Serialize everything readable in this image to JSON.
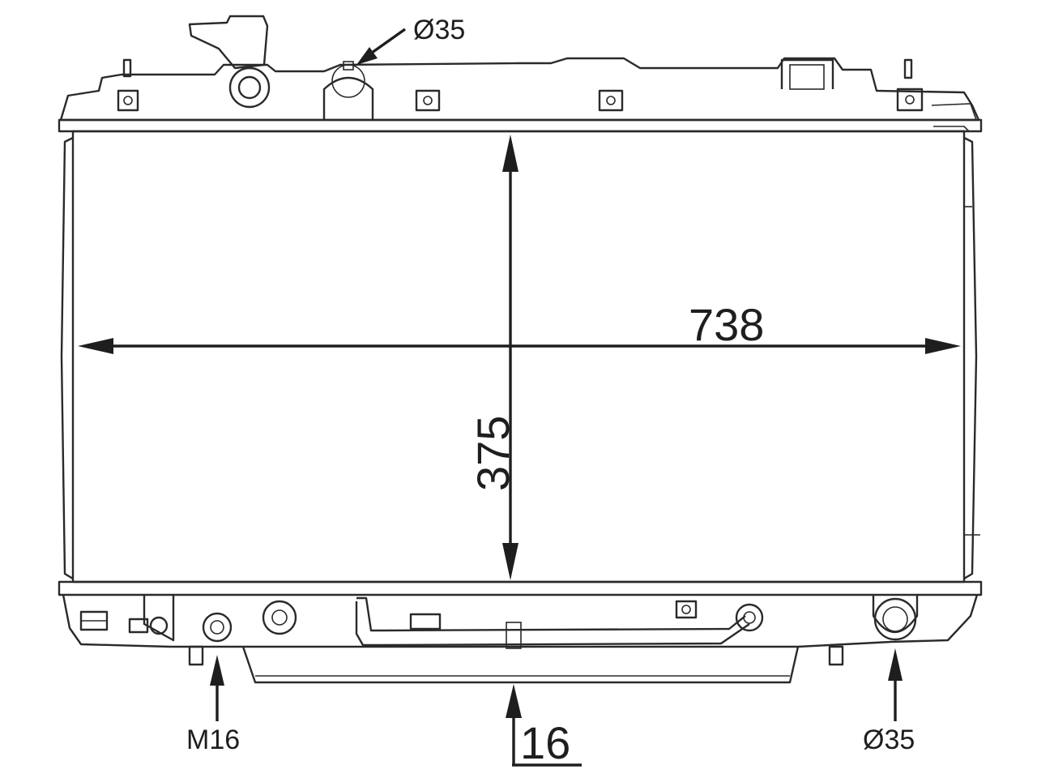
{
  "diagram": {
    "dimensions": {
      "width": "738",
      "height": "375",
      "thickness": "16"
    },
    "callouts": {
      "top_port": "Ø35",
      "drain_thread": "M16",
      "bottom_port": "Ø35"
    },
    "colors": {
      "line": "#2a2a2a",
      "text": "#1e1e1e",
      "background": "#ffffff"
    }
  }
}
